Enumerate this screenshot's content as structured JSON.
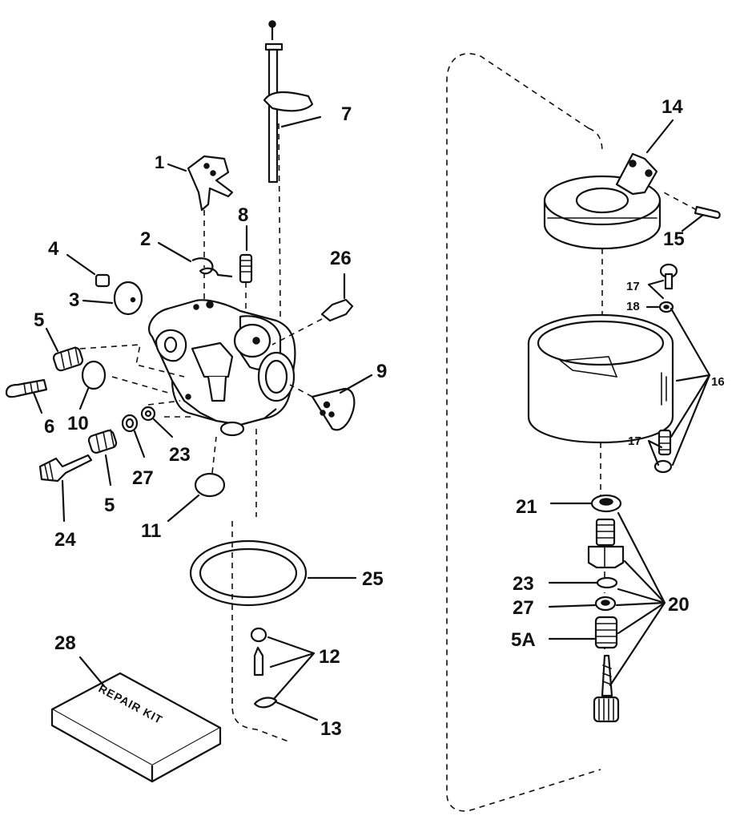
{
  "labels": {
    "p1": "1",
    "p2": "2",
    "p3": "3",
    "p4": "4",
    "p5a": "5",
    "p5b": "5",
    "p5A": "5A",
    "p6": "6",
    "p7": "7",
    "p8": "8",
    "p9": "9",
    "p10": "10",
    "p11": "11",
    "p12": "12",
    "p13": "13",
    "p14": "14",
    "p15": "15",
    "p16": "16",
    "p17a": "17",
    "p17b": "17",
    "p18": "18",
    "p20": "20",
    "p21": "21",
    "p23a": "23",
    "p23b": "23",
    "p24": "24",
    "p25": "25",
    "p26": "26",
    "p27a": "27",
    "p27b": "27",
    "p28": "28"
  },
  "kit": {
    "text": "REPAIR KIT"
  }
}
